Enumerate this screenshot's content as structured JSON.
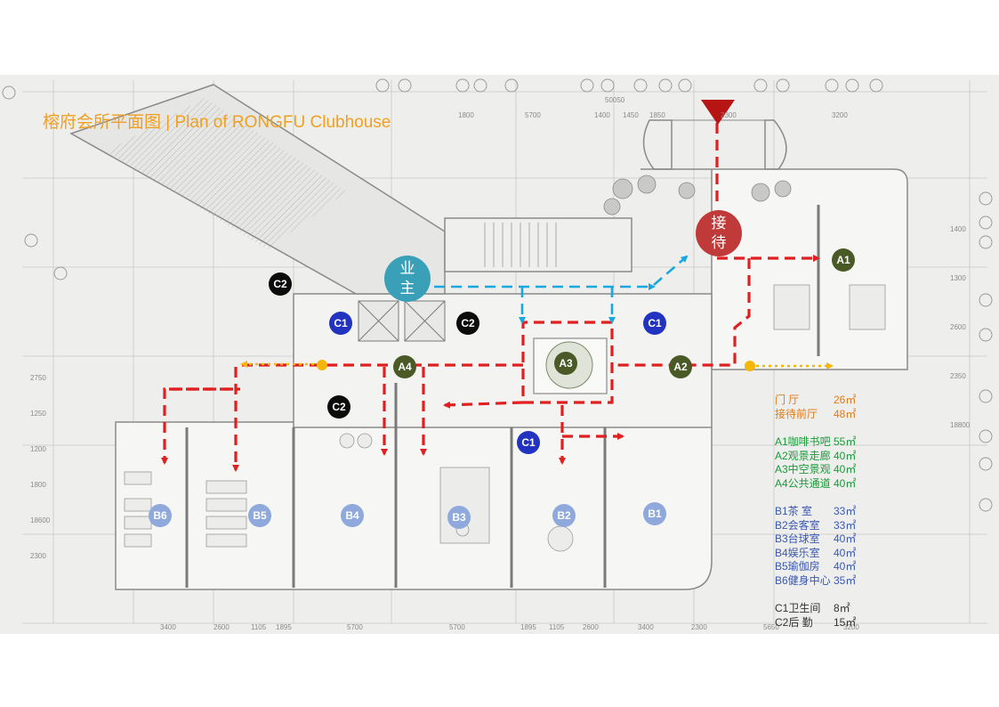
{
  "title": "榕府会所平面图 | Plan of RONGFU Clubhouse",
  "colors": {
    "title": "#f0a020",
    "route_red": "#e02020",
    "route_blue": "#18a8e0",
    "route_yellow": "#f5b60a",
    "marker_a": "#4a5a26",
    "marker_b": "#8fa9dd",
    "marker_c1": "#2233c0",
    "marker_c2": "#0c0c0c",
    "marker_owner": "#3aa0b8",
    "marker_reception": "#c03a3a",
    "legend_entrance": "#e07a1a",
    "legend_a": "#1a9a3a",
    "legend_b": "#3a58b0",
    "legend_c": "#333333"
  },
  "markers": {
    "owner": [
      "业",
      "主"
    ],
    "reception": [
      "接",
      "待"
    ],
    "a1": "A1",
    "a2": "A2",
    "a3": "A3",
    "a4": "A4",
    "b1": "B1",
    "b2": "B2",
    "b3": "B3",
    "b4": "B4",
    "b5": "B5",
    "b6": "B6",
    "c1": "C1",
    "c2": "C2"
  },
  "legend": {
    "entrance": [
      {
        "name": "门 厅",
        "area": "26㎡"
      },
      {
        "name": "接待前厅",
        "area": "48㎡"
      }
    ],
    "a_group": [
      {
        "name": "A1咖啡书吧",
        "area": "55㎡"
      },
      {
        "name": "A2观景走廊",
        "area": "40㎡"
      },
      {
        "name": "A3中空景观",
        "area": "40㎡"
      },
      {
        "name": "A4公共通道",
        "area": "40㎡"
      }
    ],
    "b_group": [
      {
        "name": "B1茶 室",
        "area": "33㎡"
      },
      {
        "name": "B2会客室",
        "area": "33㎡"
      },
      {
        "name": "B3台球室",
        "area": "40㎡"
      },
      {
        "name": "B4娱乐室",
        "area": "40㎡"
      },
      {
        "name": "B5瑜伽房",
        "area": "40㎡"
      },
      {
        "name": "B6健身中心",
        "area": "35㎡"
      }
    ],
    "c_group": [
      {
        "name": "C1卫生间",
        "area": "8㎡"
      },
      {
        "name": "C2后 勤",
        "area": "15㎡"
      }
    ]
  },
  "dimensions_top": [
    "1800",
    "5700",
    "1400",
    "1450",
    "1850",
    "2300",
    "3200",
    "50050"
  ],
  "dimensions_bottom": [
    "3400",
    "2600",
    "1105",
    "1895",
    "5700",
    "5700",
    "1895",
    "1105",
    "2600",
    "3400",
    "2300",
    "5650",
    "3200"
  ],
  "dimensions_right": [
    "1400",
    "1300",
    "2600",
    "2350",
    "18800"
  ],
  "dimensions_left": [
    "2750",
    "1250",
    "1200",
    "1800",
    "18600",
    "2300"
  ]
}
